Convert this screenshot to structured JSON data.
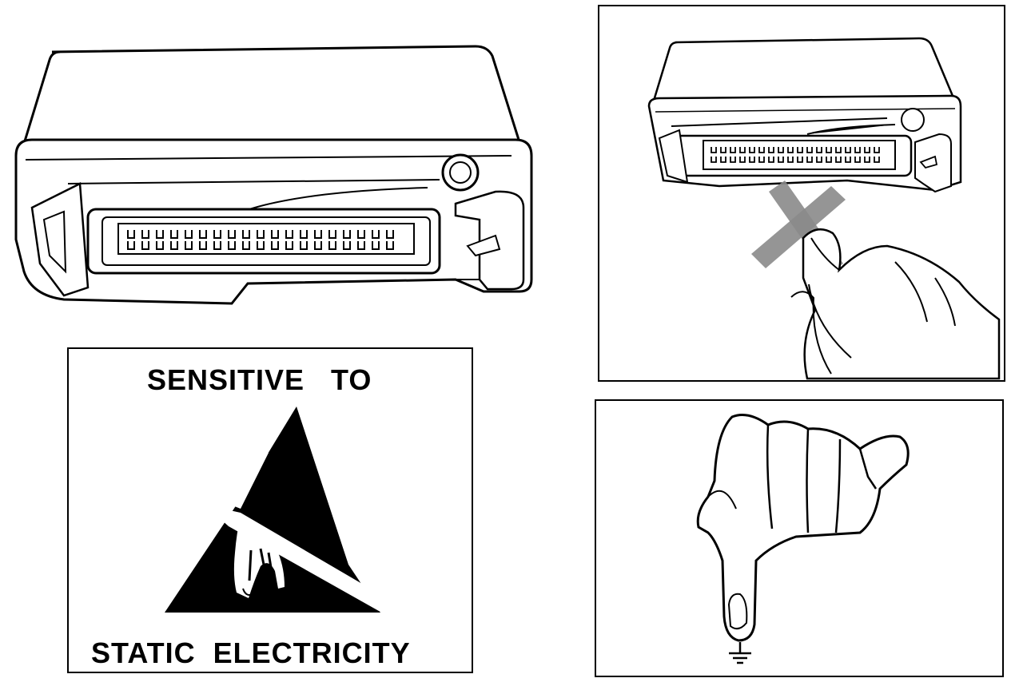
{
  "warning_sign": {
    "top_text": "SENSITIVE   TO",
    "bottom_text": "STATIC  ELECTRICITY",
    "symbol": "esd-hand-triangle-icon"
  },
  "illustrations": {
    "control_unit": "ecu-module-illustration",
    "do_not_touch": "x-mark-icon",
    "grounding": "ground-symbol-icon"
  },
  "colors": {
    "ink": "#000000",
    "paper": "#ffffff",
    "cross_hatch": "#8a8a8a"
  }
}
